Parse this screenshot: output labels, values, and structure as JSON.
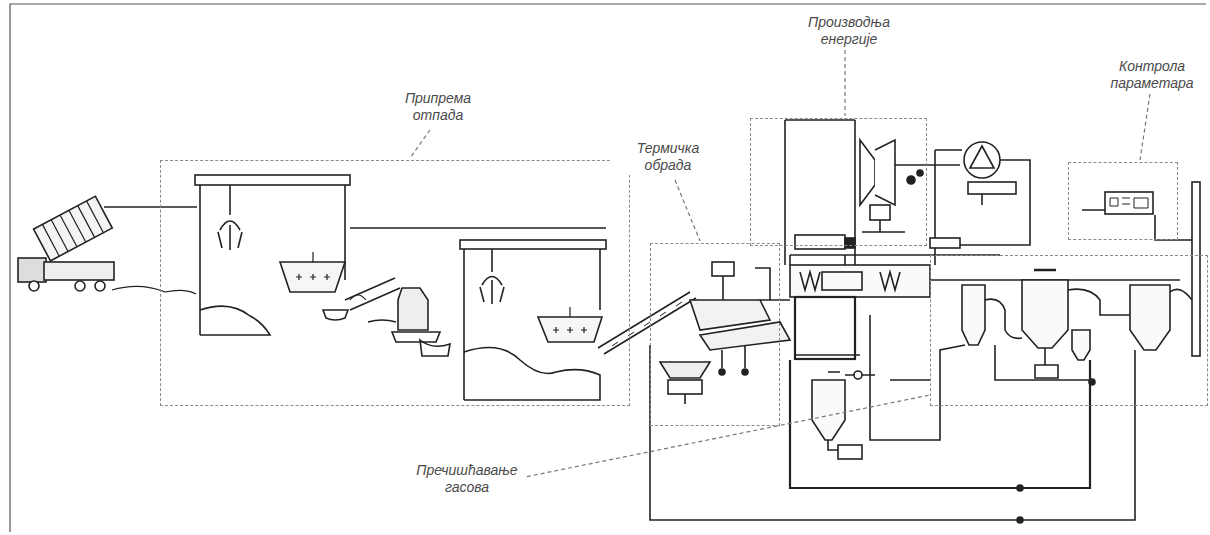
{
  "diagram": {
    "nodes": [
      {
        "text": [
          "Припрема отпада"
        ]
      },
      {
        "text": [
          "Термичка обрада"
        ]
      },
      {
        "text": [
          "Производња енергије"
        ]
      },
      {
        "text": [
          "Контрола параметара"
        ]
      },
      {
        "text": [
          "Пречишћавање гасова"
        ]
      }
    ]
  }
}
